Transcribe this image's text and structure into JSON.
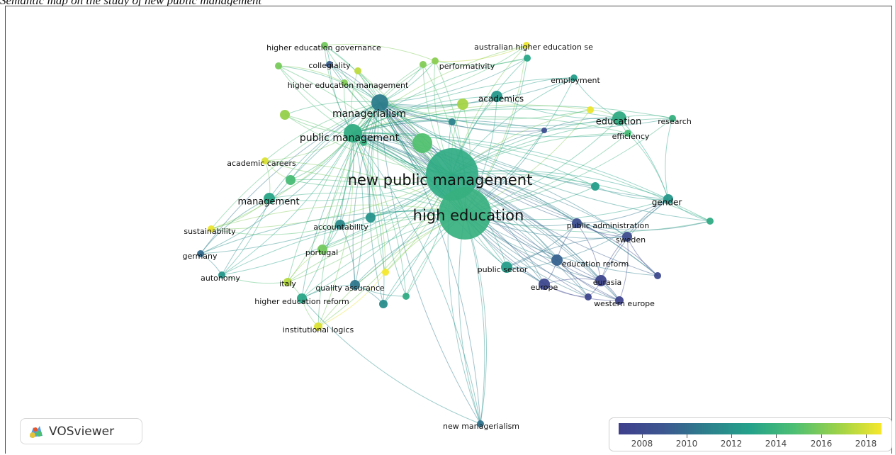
{
  "caption": "Semantic map on the study of new public management",
  "logo": {
    "text": "VOSviewer",
    "icon": "vosviewer-logo-icon"
  },
  "legend": {
    "min_year": 2008,
    "max_year": 2018,
    "ticks": [
      "2008",
      "2010",
      "2012",
      "2014",
      "2016",
      "2018"
    ],
    "colors": [
      "#3f3f8c",
      "#3d5690",
      "#2c7f8c",
      "#24a28a",
      "#4cbf73",
      "#9bd248",
      "#f6e82c"
    ]
  },
  "network": {
    "nodes": [
      {
        "id": "npm",
        "label": "new public management",
        "size": 37,
        "year": 2013.5,
        "font": 21
      },
      {
        "id": "he",
        "label": "high education",
        "size": 37,
        "year": 2013.8,
        "font": 21
      },
      {
        "id": "pm",
        "label": "public management",
        "size": 13,
        "year": 2013.6,
        "font": 14
      },
      {
        "id": "mgr",
        "label": "managerialism",
        "size": 12,
        "year": 2011.2,
        "font": 14
      },
      {
        "id": "hegov",
        "label": "higher education governance",
        "size": 5,
        "year": 2015.5,
        "font": 11
      },
      {
        "id": "coll",
        "label": "collegiality",
        "size": 5,
        "year": 2010.0,
        "font": 11
      },
      {
        "id": "aus",
        "label": "australian higher education se",
        "size": 5,
        "year": 2017.8,
        "font": 11
      },
      {
        "id": "perf",
        "label": "performativity",
        "size": 5,
        "year": 2016.0,
        "font": 11
      },
      {
        "id": "hem",
        "label": "higher education management",
        "size": 5,
        "year": 2015.8,
        "font": 11
      },
      {
        "id": "emp",
        "label": "employment",
        "size": 5,
        "year": 2012.8,
        "font": 11
      },
      {
        "id": "acad",
        "label": "academics",
        "size": 8,
        "year": 2012.5,
        "font": 12
      },
      {
        "id": "edu",
        "label": "education",
        "size": 10,
        "year": 2013.5,
        "font": 13
      },
      {
        "id": "res",
        "label": "research",
        "size": 5,
        "year": 2013.8,
        "font": 11
      },
      {
        "id": "eff",
        "label": "efficiency",
        "size": 5,
        "year": 2014.5,
        "font": 11
      },
      {
        "id": "ac",
        "label": "academic careers",
        "size": 5,
        "year": 2017.5,
        "font": 11
      },
      {
        "id": "mgmt",
        "label": "management",
        "size": 8,
        "year": 2013.2,
        "font": 13
      },
      {
        "id": "gen",
        "label": "gender",
        "size": 7,
        "year": 2012.5,
        "font": 12
      },
      {
        "id": "sus",
        "label": "sustainability",
        "size": 5,
        "year": 2017.8,
        "font": 11
      },
      {
        "id": "acc",
        "label": "accountability",
        "size": 7,
        "year": 2011.8,
        "font": 11
      },
      {
        "id": "pa",
        "label": "public administration",
        "size": 7,
        "year": 2009.2,
        "font": 11
      },
      {
        "id": "swe",
        "label": "sweden",
        "size": 7,
        "year": 2009.0,
        "font": 11
      },
      {
        "id": "ger",
        "label": "germany",
        "size": 5,
        "year": 2010.5,
        "font": 11
      },
      {
        "id": "por",
        "label": "portugal",
        "size": 7,
        "year": 2015.5,
        "font": 11
      },
      {
        "id": "ps",
        "label": "public sector",
        "size": 8,
        "year": 2012.8,
        "font": 11
      },
      {
        "id": "er",
        "label": "education reform",
        "size": 8,
        "year": 2010.2,
        "font": 11
      },
      {
        "id": "aut",
        "label": "autonomy",
        "size": 5,
        "year": 2012.5,
        "font": 11
      },
      {
        "id": "ita",
        "label": "italy",
        "size": 6,
        "year": 2016.8,
        "font": 11
      },
      {
        "id": "qa",
        "label": "quality assurance",
        "size": 7,
        "year": 2011.0,
        "font": 11
      },
      {
        "id": "eur",
        "label": "europe",
        "size": 8,
        "year": 2008.7,
        "font": 11
      },
      {
        "id": "eura",
        "label": "eurasia",
        "size": 8,
        "year": 2008.5,
        "font": 11
      },
      {
        "id": "her",
        "label": "higher education reform",
        "size": 7,
        "year": 2013.2,
        "font": 11
      },
      {
        "id": "we",
        "label": "western europe",
        "size": 6,
        "year": 2008.4,
        "font": 11
      },
      {
        "id": "il",
        "label": "institutional logics",
        "size": 6,
        "year": 2017.5,
        "font": 11
      },
      {
        "id": "nm",
        "label": "new managerialism",
        "size": 5,
        "year": 2010.8,
        "font": 11
      }
    ],
    "unlabeled_nodes": [
      {
        "id": "u1",
        "year": 2016.5
      },
      {
        "id": "u2",
        "year": 2015.8
      },
      {
        "id": "u3",
        "year": 2014.8
      },
      {
        "id": "u4",
        "year": 2011.5
      },
      {
        "id": "u5",
        "year": 2013.8
      },
      {
        "id": "u6",
        "year": 2009.0
      },
      {
        "id": "u7",
        "year": 2012.8
      },
      {
        "id": "u8",
        "year": 2013.2
      },
      {
        "id": "u9",
        "year": 2017.8
      },
      {
        "id": "u10",
        "year": 2014.5
      },
      {
        "id": "u11",
        "year": 2012.3
      },
      {
        "id": "u12",
        "year": 2013.5
      },
      {
        "id": "u13",
        "year": 2018.0
      },
      {
        "id": "u14",
        "year": 2013.5
      },
      {
        "id": "u15",
        "year": 2016.2
      },
      {
        "id": "u16",
        "year": 2008.8
      },
      {
        "id": "u17",
        "year": 2008.6
      },
      {
        "id": "u18",
        "year": 2015.6
      },
      {
        "id": "u19",
        "year": 2017.0
      },
      {
        "id": "u20",
        "year": 2012.0
      }
    ]
  }
}
